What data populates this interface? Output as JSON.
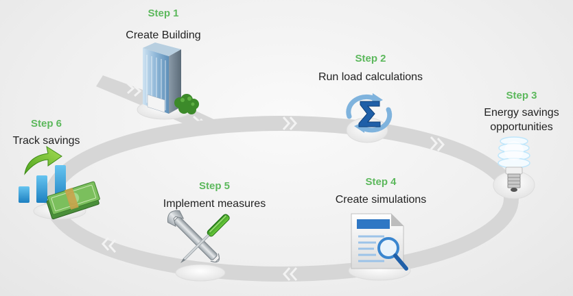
{
  "steps": [
    {
      "num": "Step 1",
      "label": "Create Building",
      "icon": "building-icon"
    },
    {
      "num": "Step 2",
      "label": "Run load calculations",
      "icon": "sigma-refresh-icon"
    },
    {
      "num": "Step 3",
      "label": "Energy savings opportunities",
      "label_lines": [
        "Energy savings",
        "opportunities"
      ],
      "icon": "cfl-bulb-icon"
    },
    {
      "num": "Step 4",
      "label": "Create simulations",
      "icon": "document-magnifier-icon"
    },
    {
      "num": "Step 5",
      "label": "Implement measures",
      "icon": "wrench-screwdriver-icon"
    },
    {
      "num": "Step 6",
      "label": "Track savings",
      "icon": "growth-chart-money-icon"
    }
  ],
  "colors": {
    "step_number": "#5cb85c",
    "label": "#222222",
    "loop": "#d6d6d6",
    "chevron": "#f2f2f2"
  }
}
